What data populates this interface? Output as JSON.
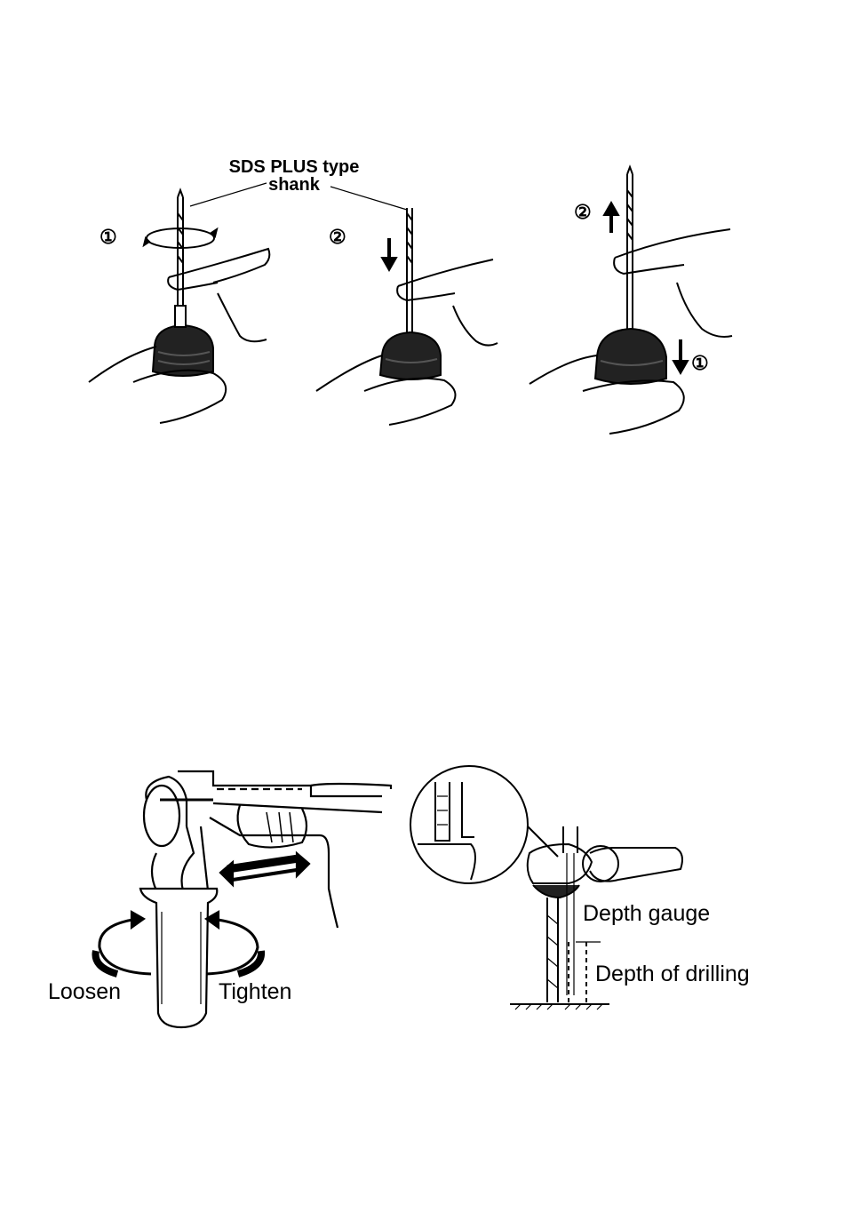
{
  "figure_top": {
    "callout_line1": "SDS PLUS type",
    "callout_line2": "shank",
    "step_insert_rotate": "①",
    "step_insert_push": "②",
    "step_remove_sleeve": "①",
    "step_remove_bit": "②"
  },
  "figure_bottom_left": {
    "loosen_label": "Loosen",
    "tighten_label": "Tighten"
  },
  "figure_bottom_right": {
    "depth_gauge_label": "Depth gauge",
    "depth_drilling_label": "Depth of drilling"
  },
  "icons": [
    "rotate-arrow-icon",
    "down-arrow-icon",
    "up-arrow-icon",
    "curved-arrow-icon",
    "double-arrow-icon"
  ]
}
